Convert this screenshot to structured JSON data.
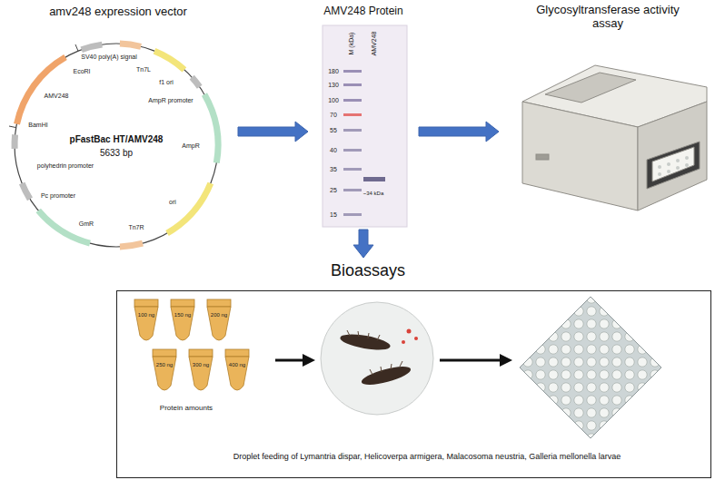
{
  "diagram": {
    "nodes": [
      {
        "text": [
          "amv248 expression vector",
          "pFastBac HT/AMV248",
          "5633 bp"
        ]
      },
      {
        "text": [
          "AMV248 Protein"
        ]
      },
      {
        "text": [
          "Glycosyltransferase activity assay"
        ]
      },
      {
        "text": [
          "Bioassays",
          "Droplet feeding of Lymantria dispar, Helicoverpa armigera, Malacosoma neustria, Galleria mellonella larvae"
        ]
      }
    ],
    "edges": [
      {
        "from": 0,
        "to": 1,
        "arrow": "to"
      },
      {
        "from": 1,
        "to": 2,
        "arrow": "to"
      },
      {
        "from": 1,
        "to": 3,
        "arrow": "to"
      }
    ],
    "labels": [
      "SV40 poly(A) signal",
      "Tn7L",
      "f1 ori",
      "AmpR promoter",
      "AmpR",
      "ori",
      "Tn7R",
      "GmR",
      "Pc promoter",
      "polyhedrin promoter",
      "BamHI",
      "EcoRI",
      "AMV248",
      "M (kDa)",
      "AMV248",
      "180",
      "130",
      "100",
      "70",
      "55",
      "40",
      "35",
      "25",
      "15",
      "~34 kDa",
      "100 ng",
      "150 ng",
      "200 ng",
      "250 ng",
      "300 ng",
      "400 ng",
      "Protein amounts"
    ]
  }
}
